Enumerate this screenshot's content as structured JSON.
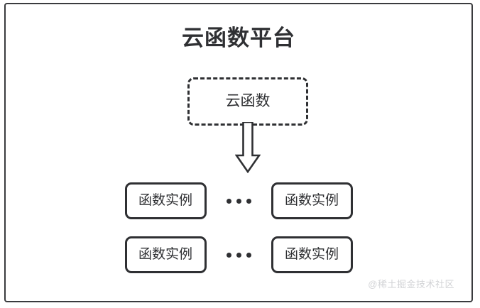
{
  "diagram": {
    "title": "云函数平台",
    "function_box": {
      "label": "云函数",
      "border_style": "dashed"
    },
    "arrow": {
      "direction": "down",
      "icon": "block-arrow-down-icon"
    },
    "instance_rows": [
      {
        "left_label": "函数实例",
        "ellipsis": "•••",
        "right_label": "函数实例"
      },
      {
        "left_label": "函数实例",
        "ellipsis": "•••",
        "right_label": "函数实例"
      }
    ],
    "watermark": "@稀土掘金技术社区",
    "colors": {
      "stroke": "#2f3033",
      "frame": "#3a3b3e",
      "background": "#ffffff",
      "watermark": "#d2d3d6"
    }
  }
}
